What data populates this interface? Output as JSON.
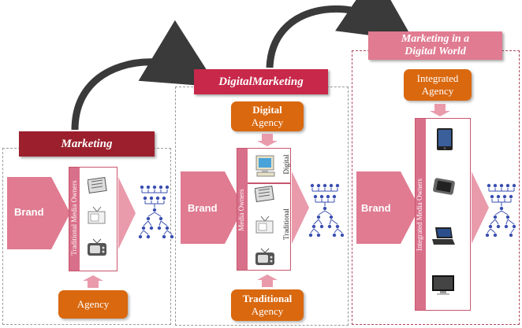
{
  "panels": {
    "marketing": {
      "title": "Marketing",
      "brand": "Brand",
      "owners_label": "Traditional Media Owners",
      "agency": "Agency"
    },
    "digital": {
      "title": "DigitalMarketing",
      "agency_top_line1": "Digital",
      "agency_top_line2": "Agency",
      "brand": "Brand",
      "owners_label": "Media Owners",
      "digital_label": "Digital",
      "traditional_label": "Traditional",
      "agency_bottom_line1": "Traditional",
      "agency_bottom_line2": "Agency"
    },
    "integrated": {
      "title_line1": "Marketing in a",
      "title_line2": "Digital World",
      "agency_line1": "Integrated",
      "agency_line2": "Agency",
      "brand": "Brand",
      "owners_label": "Integrated Media Owners"
    }
  },
  "colors": {
    "dark_red": "#9b1f2c",
    "crimson": "#c8284a",
    "pink": "#e07b91",
    "orange": "#d9680f",
    "people_blue": "#3a4fb0",
    "arrow_dark": "#3a3a3a"
  },
  "icons": {
    "marketing": [
      "newspaper-icon",
      "radio-icon",
      "tv-icon"
    ],
    "digital": [
      "computer-icon",
      "newspaper-icon",
      "radio-icon",
      "tv-icon"
    ],
    "integrated": [
      "tablet-icon",
      "phone-icon",
      "laptop-icon",
      "flat-tv-icon"
    ],
    "audience": "people-network-icon"
  }
}
